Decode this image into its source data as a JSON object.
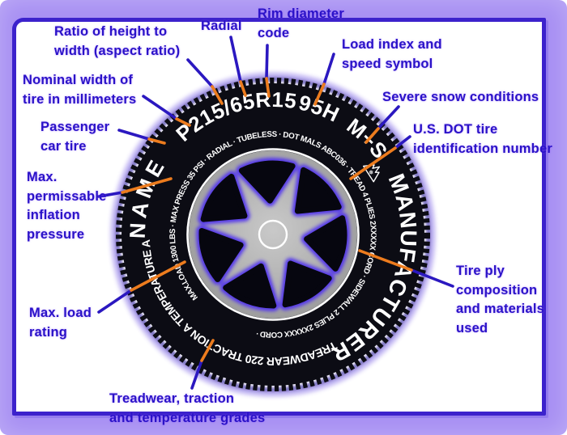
{
  "callouts": {
    "ratio": {
      "lines": [
        "Ratio of height to",
        "width (aspect ratio)"
      ]
    },
    "radial": {
      "lines": [
        "Radial"
      ]
    },
    "rim": {
      "lines": [
        "Rim diameter",
        "code"
      ]
    },
    "load_index": {
      "lines": [
        "Load index and",
        "speed symbol"
      ]
    },
    "nominal_width": {
      "lines": [
        "Nominal width of",
        "tire in millimeters"
      ]
    },
    "severe_snow": {
      "lines": [
        "Severe snow conditions"
      ]
    },
    "passenger": {
      "lines": [
        "Passenger",
        "car tire"
      ]
    },
    "us_dot": {
      "lines": [
        "U.S. DOT tire",
        "identification number"
      ]
    },
    "max_pressure": {
      "lines": [
        "Max.",
        "permissable",
        "inflation",
        "pressure"
      ]
    },
    "tire_ply": {
      "lines": [
        "Tire ply",
        "composition",
        "and materials",
        "used"
      ]
    },
    "max_load": {
      "lines": [
        "Max. load",
        "rating"
      ]
    },
    "grades": {
      "lines": [
        "Treadwear, traction",
        "and temperature grades"
      ]
    }
  },
  "tire": {
    "brand_left": "NAME",
    "size_marking": "P215/65R15",
    "load_speed": "95H",
    "mud_snow": "M+S",
    "snow_symbol": "❅",
    "brand_right": "MANUFACTURER",
    "spec_ring": "MAX.LOAD 1300 LBS · MAX PRESS 35 PSI · RADIAL · TUBELESS · DOT MALS ABC036 · TREAD 4 PLIES 2XXXXX CORD · SIDEWALL 2 PLIES 2XXXXX CORD ·",
    "grades_ring": "TREADWEAR 220 TRACTION A TEMPERATURE A"
  },
  "colors": {
    "background_purple": "#a78ff3",
    "panel_white": "#ffffff",
    "frame_border": "#3c22cc",
    "label_blue": "#2a12c8",
    "leader_blue": "#2b18c0",
    "leader_orange": "#ed7c1e",
    "tire_black": "#0c0c14",
    "glow_blue": "#3b16d8",
    "hub_gray": "#ababab",
    "tire_text_white": "#ffffff"
  }
}
